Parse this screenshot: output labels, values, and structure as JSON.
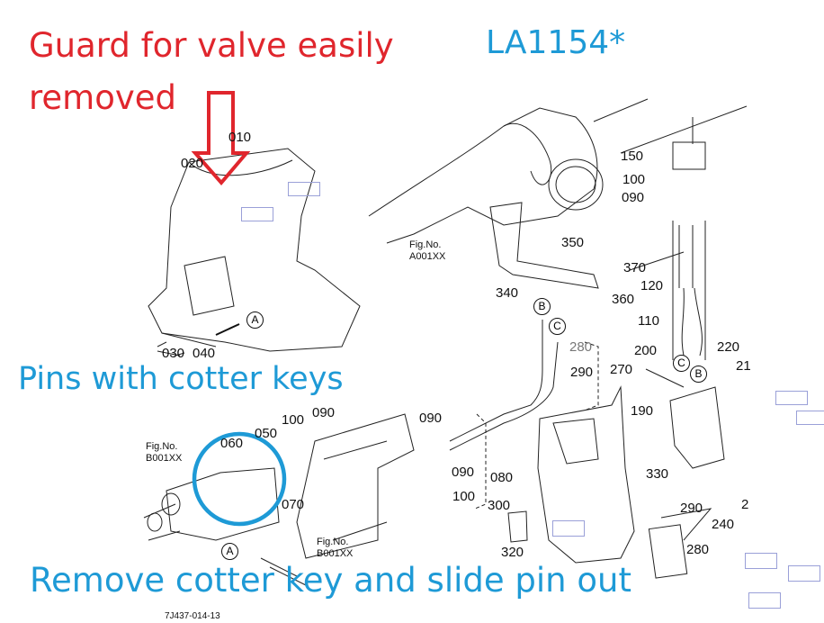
{
  "annotations": {
    "guard_line1": "Guard for valve easily",
    "guard_line2": "removed",
    "model": "LA1154*",
    "pins": "Pins with cotter keys",
    "remove": "Remove cotter key and slide pin out"
  },
  "colors": {
    "annotation_red": "#e0262d",
    "annotation_blue": "#1e9ad6"
  },
  "figure_refs": {
    "a001": [
      "Fig.No.",
      "A001XX"
    ],
    "b001_left": [
      "Fig.No.",
      "B001XX"
    ],
    "b001_bottom": [
      "Fig.No.",
      "B001XX"
    ]
  },
  "callouts": {
    "A": "A",
    "B": "B",
    "C": "C"
  },
  "drawing_code": "7J437-014-13",
  "parts": {
    "p010": "010",
    "p020": "020",
    "p030": "030",
    "p040": "040",
    "p350": "350",
    "p370": "370",
    "p340": "340",
    "p360": "360",
    "p150": "150",
    "p100a": "100",
    "p090a": "090",
    "p120": "120",
    "p110": "110",
    "p200": "200",
    "p220": "220",
    "p21": "21",
    "p190": "190",
    "p330": "330",
    "p290a": "290",
    "p240": "240",
    "p2": "2",
    "p280a": "280",
    "p280b": "280",
    "p290b": "290",
    "p270": "270",
    "p060": "060",
    "p050": "050",
    "p100b": "100",
    "p090b": "090",
    "p090c": "090",
    "p090d": "090",
    "p080": "080",
    "p100c": "100",
    "p300": "300",
    "p070": "070",
    "p320": "320"
  }
}
